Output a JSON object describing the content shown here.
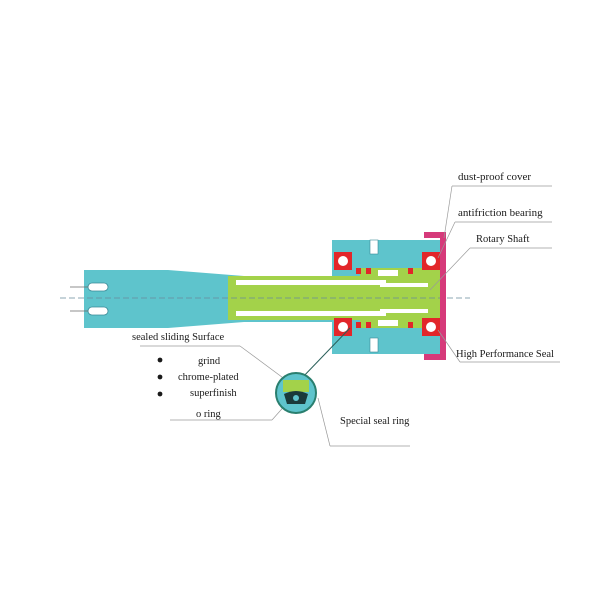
{
  "diagram": {
    "labels": {
      "dust_proof_cover": "dust-proof cover",
      "antifriction_bearing": "antifriction bearing",
      "rotary_shaft": "Rotary Shaft",
      "high_performance_seal": "High Performance Seal",
      "sealed_sliding_surface": "sealed sliding Surface",
      "grind": "grind",
      "chrome_plated": "chrome-plated",
      "superfinish": "superfinish",
      "o_ring": "o ring",
      "special_seal_ring": "Special seal ring"
    },
    "colors": {
      "housing": "#5ec4cc",
      "shaft": "#a3d24a",
      "cover": "#d63a7a",
      "bearing_ring": "#e2262a",
      "leader": "#9a9a9a",
      "callout_ring": "#2a7f6f"
    }
  }
}
